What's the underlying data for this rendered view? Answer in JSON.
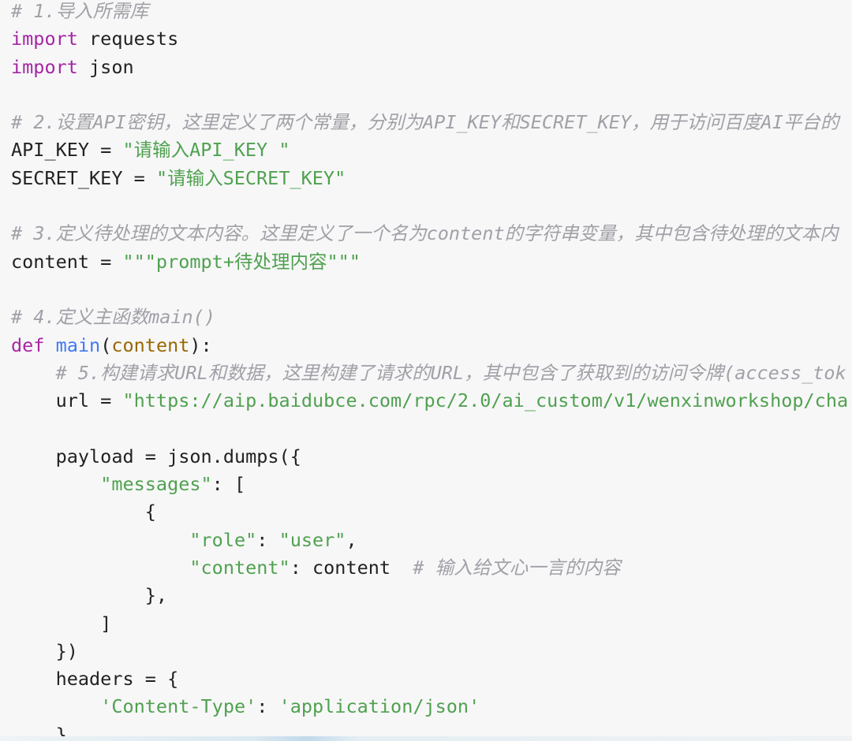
{
  "colors": {
    "background": "#f7f7f8",
    "comment": "#a0a1a7",
    "keyword": "#a626a4",
    "string": "#50a14f",
    "function": "#4078f2",
    "parameter": "#986801",
    "text": "#222222"
  },
  "code": {
    "lines": [
      [
        {
          "t": "comment",
          "v": "# 1.导入所需库"
        }
      ],
      [
        {
          "t": "keyword",
          "v": "import"
        },
        {
          "t": "text",
          "v": " requests"
        }
      ],
      [
        {
          "t": "keyword",
          "v": "import"
        },
        {
          "t": "text",
          "v": " json"
        }
      ],
      [],
      [
        {
          "t": "comment",
          "v": "# 2.设置API密钥，这里定义了两个常量，分别为API_KEY和SECRET_KEY，用于访问百度AI平台的"
        }
      ],
      [
        {
          "t": "text",
          "v": "API_KEY = "
        },
        {
          "t": "string",
          "v": "\"请输入API_KEY \""
        }
      ],
      [
        {
          "t": "text",
          "v": "SECRET_KEY = "
        },
        {
          "t": "string",
          "v": "\"请输入SECRET_KEY\""
        }
      ],
      [],
      [
        {
          "t": "comment",
          "v": "# 3.定义待处理的文本内容。这里定义了一个名为content的字符串变量，其中包含待处理的文本内"
        }
      ],
      [
        {
          "t": "text",
          "v": "content = "
        },
        {
          "t": "string",
          "v": "\"\"\"prompt+待处理内容\"\"\""
        }
      ],
      [],
      [
        {
          "t": "comment",
          "v": "# 4.定义主函数main()"
        }
      ],
      [
        {
          "t": "keyword",
          "v": "def"
        },
        {
          "t": "text",
          "v": " "
        },
        {
          "t": "func",
          "v": "main"
        },
        {
          "t": "text",
          "v": "("
        },
        {
          "t": "param",
          "v": "content"
        },
        {
          "t": "text",
          "v": "):"
        }
      ],
      [
        {
          "t": "text",
          "v": "    "
        },
        {
          "t": "comment",
          "v": "# 5.构建请求URL和数据，这里构建了请求的URL，其中包含了获取到的访问令牌(access_tok"
        }
      ],
      [
        {
          "t": "text",
          "v": "    url = "
        },
        {
          "t": "string",
          "v": "\"https://aip.baidubce.com/rpc/2.0/ai_custom/v1/wenxinworkshop/cha"
        }
      ],
      [],
      [
        {
          "t": "text",
          "v": "    payload = json.dumps({"
        }
      ],
      [
        {
          "t": "text",
          "v": "        "
        },
        {
          "t": "string",
          "v": "\"messages\""
        },
        {
          "t": "text",
          "v": ": ["
        }
      ],
      [
        {
          "t": "text",
          "v": "            {"
        }
      ],
      [
        {
          "t": "text",
          "v": "                "
        },
        {
          "t": "string",
          "v": "\"role\""
        },
        {
          "t": "text",
          "v": ": "
        },
        {
          "t": "string",
          "v": "\"user\""
        },
        {
          "t": "text",
          "v": ","
        }
      ],
      [
        {
          "t": "text",
          "v": "                "
        },
        {
          "t": "string",
          "v": "\"content\""
        },
        {
          "t": "text",
          "v": ": content  "
        },
        {
          "t": "comment",
          "v": "# 输入给文心一言的内容"
        }
      ],
      [
        {
          "t": "text",
          "v": "            },"
        }
      ],
      [
        {
          "t": "text",
          "v": "        ]"
        }
      ],
      [
        {
          "t": "text",
          "v": "    })"
        }
      ],
      [
        {
          "t": "text",
          "v": "    headers = {"
        }
      ],
      [
        {
          "t": "text",
          "v": "        "
        },
        {
          "t": "string",
          "v": "'Content-Type'"
        },
        {
          "t": "text",
          "v": ": "
        },
        {
          "t": "string",
          "v": "'application/json'"
        }
      ],
      [
        {
          "t": "text",
          "v": "    }"
        }
      ]
    ]
  }
}
